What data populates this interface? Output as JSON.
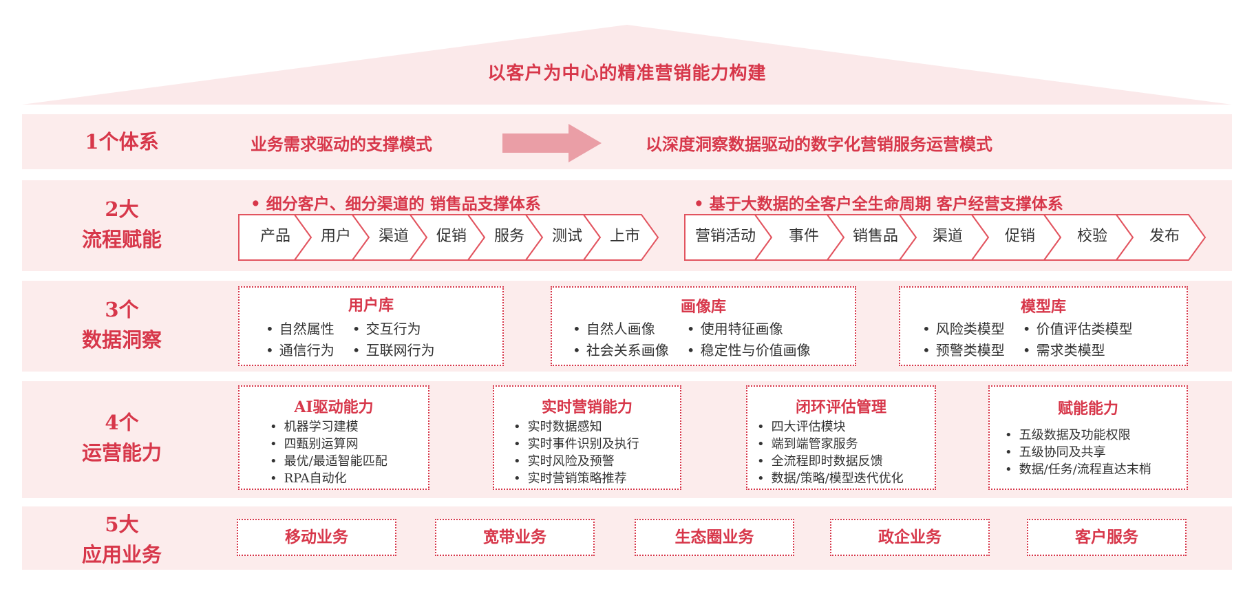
{
  "title": "以客户为中心的精准营销能力构建",
  "rows": {
    "r1": {
      "label_line1": "1个体系",
      "from": "业务需求驱动的支撑模式",
      "to": "以深度洞察数据驱动的数字化营销服务运营模式"
    },
    "r2": {
      "label_line1": "2大",
      "label_line2": "流程赋能",
      "left_head": "•  细分客户、细分渠道的 销售品支撑体系",
      "right_head": "•  基于大数据的全客户全生命周期 客户经营支撑体系",
      "left_steps": [
        "产品",
        "用户",
        "渠道",
        "促销",
        "服务",
        "测试",
        "上市"
      ],
      "right_steps": [
        "营销活动",
        "事件",
        "销售品",
        "渠道",
        "促销",
        "校验",
        "发布"
      ]
    },
    "r3": {
      "label_line1": "3个",
      "label_line2": "数据洞察",
      "boxes": [
        {
          "title": "用户库",
          "items": [
            "自然属性",
            "交互行为",
            "通信行为",
            "互联网行为"
          ]
        },
        {
          "title": "画像库",
          "items": [
            "自然人画像",
            "使用特征画像",
            "社会关系画像",
            "稳定性与价值画像"
          ]
        },
        {
          "title": "模型库",
          "items": [
            "风险类模型",
            "价值评估类模型",
            "预警类模型",
            "需求类模型"
          ]
        }
      ]
    },
    "r4": {
      "label_line1": "4个",
      "label_line2": "运营能力",
      "boxes": [
        {
          "title": "AI驱动能力",
          "items": [
            "机器学习建模",
            "四甄别运算网",
            "最优/最适智能匹配",
            "RPA自动化"
          ]
        },
        {
          "title": "实时营销能力",
          "items": [
            "实时数据感知",
            "实时事件识别及执行",
            "实时风险及预警",
            "实时营销策略推荐"
          ]
        },
        {
          "title": "闭环评估管理",
          "items": [
            "四大评估模块",
            "端到端管家服务",
            "全流程即时数据反馈",
            "数据/策略/模型迭代优化"
          ]
        },
        {
          "title": "赋能能力",
          "items": [
            "五级数据及功能权限",
            "五级协同及共享",
            "数据/任务/流程直达末梢"
          ]
        }
      ]
    },
    "r5": {
      "label_line1": "5大",
      "label_line2": "应用业务",
      "apps": [
        "移动业务",
        "宽带业务",
        "生态圈业务",
        "政企业务",
        "客户服务"
      ]
    }
  },
  "colors": {
    "accent": "#d7374a",
    "band": "#fcecec",
    "roof": "#fbe9ea",
    "arrow": "#ea9ea6"
  }
}
